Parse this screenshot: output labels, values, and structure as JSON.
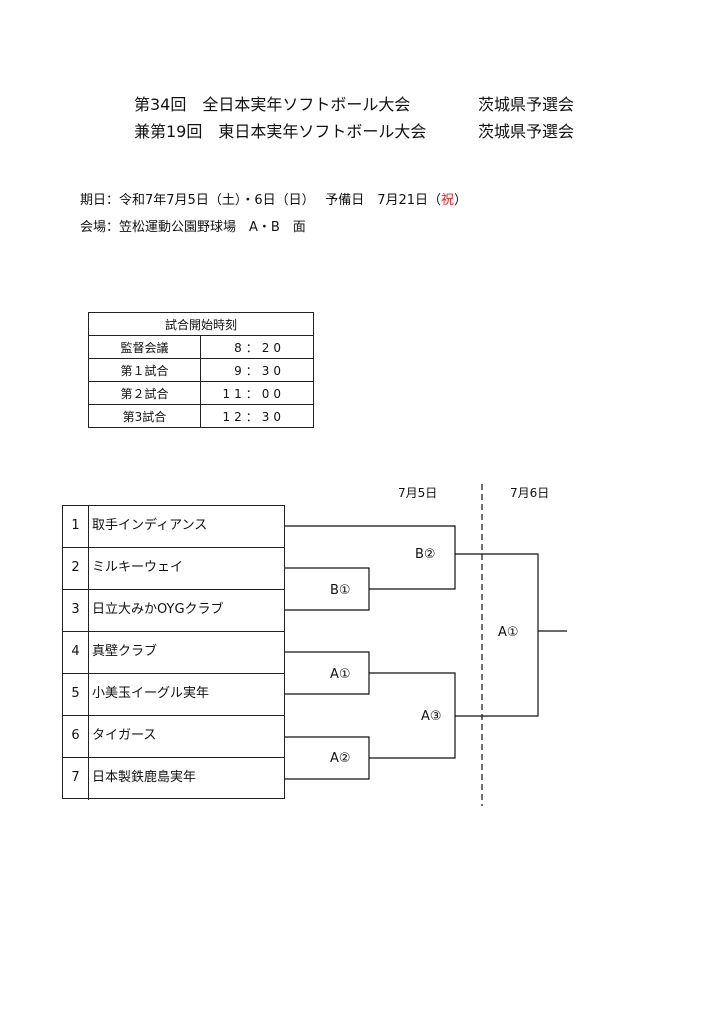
{
  "header": {
    "line1": {
      "event": "第34回　全日本実年ソフトボール大会",
      "qualifier": "茨城県予選会"
    },
    "line2": {
      "event": "兼第19回　東日本実年ソフトボール大会",
      "qualifier": "茨城県予選会"
    }
  },
  "info": {
    "dates_prefix": "期日：令和7年7月5日（土）・6日（日）　 予備日　7月21日（",
    "dates_holiday": "祝",
    "dates_suffix": "）",
    "venue": "会場：笠松運動公園野球場　A・B　面"
  },
  "schedule": {
    "title": "試合開始時刻",
    "rows": [
      {
        "label": "監督会議",
        "time": "8：20"
      },
      {
        "label": "第１試合",
        "time": "9：30"
      },
      {
        "label": "第２試合",
        "time": "11：00"
      },
      {
        "label": "第3試合",
        "time": "12：30"
      }
    ]
  },
  "bracket": {
    "day1": "7月5日",
    "day2": "7月6日",
    "teams": [
      {
        "seed": "1",
        "name": "取手インディアンス"
      },
      {
        "seed": "2",
        "name": "ミルキーウェイ"
      },
      {
        "seed": "3",
        "name": "日立大みかOYGクラブ"
      },
      {
        "seed": "4",
        "name": "真壁クラブ"
      },
      {
        "seed": "5",
        "name": "小美玉イーグル実年"
      },
      {
        "seed": "6",
        "name": "タイガース"
      },
      {
        "seed": "7",
        "name": "日本製鉄鹿島実年"
      }
    ],
    "matches": {
      "b1": "B①",
      "b2": "B②",
      "a1": "A①",
      "a2": "A②",
      "a3": "A③",
      "final": "A①"
    }
  }
}
